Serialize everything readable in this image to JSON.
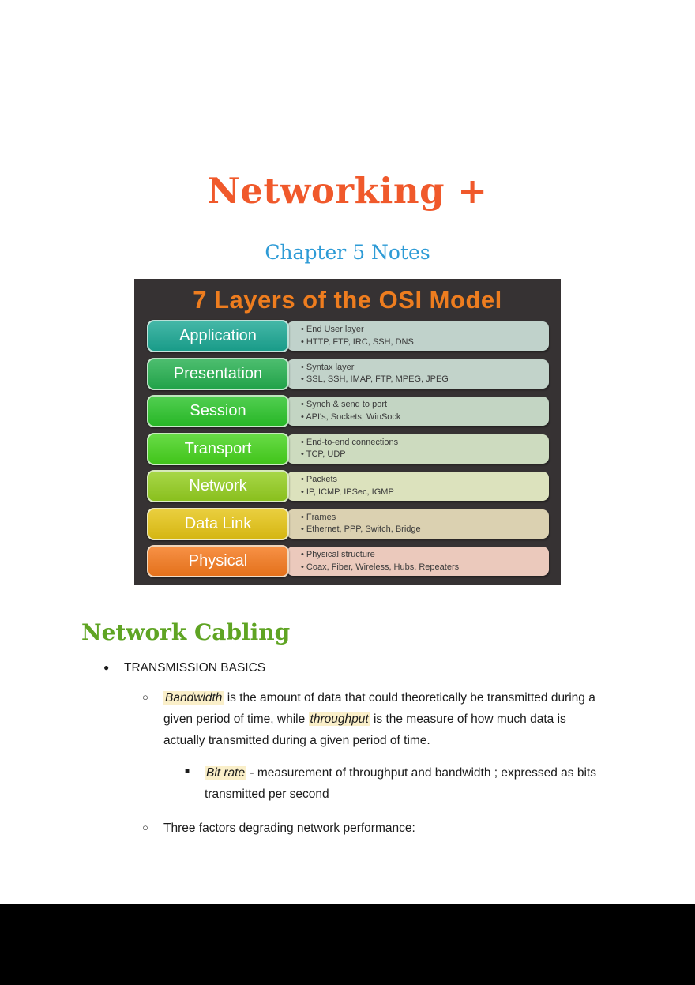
{
  "page": {
    "title": "Networking +",
    "title_color": "#F0592B",
    "subtitle": "Chapter 5 Notes",
    "subtitle_color": "#2E9BD6",
    "background_color": "#ffffff",
    "outer_background": "#000000"
  },
  "osi_figure": {
    "title": "7 Layers of the OSI Model",
    "title_color": "#EE7D1F",
    "background": "#363233",
    "rows": [
      {
        "label": "Application",
        "button_color": "#1BA793",
        "box_color": "#C0D2CB",
        "line1": "End User layer",
        "line2": "HTTP, FTP, IRC, SSH, DNS"
      },
      {
        "label": "Presentation",
        "button_color": "#25AF4F",
        "box_color": "#C2D3CA",
        "line1": "Syntax layer",
        "line2": "SSL, SSH, IMAP, FTP, MPEG, JPEG"
      },
      {
        "label": "Session",
        "button_color": "#2BC42A",
        "box_color": "#C3D5C3",
        "line1": "Synch & send to port",
        "line2": "API's, Sockets, WinSock"
      },
      {
        "label": "Transport",
        "button_color": "#46D31D",
        "box_color": "#CDDBBF",
        "line1": "End-to-end connections",
        "line2": "TCP, UDP"
      },
      {
        "label": "Network",
        "button_color": "#94CE20",
        "box_color": "#DCE2BD",
        "line1": "Packets",
        "line2": "IP, ICMP, IPSec, IGMP"
      },
      {
        "label": "Data Link",
        "button_color": "#E5C414",
        "box_color": "#DBD1B1",
        "line1": "Frames",
        "line2": "Ethernet, PPP, Switch, Bridge"
      },
      {
        "label": "Physical",
        "button_color": "#F5791D",
        "box_color": "#EBC9BC",
        "line1": "Physical structure",
        "line2": "Coax, Fiber, Wireless, Hubs, Repeaters"
      }
    ]
  },
  "section": {
    "heading": "Network Cabling",
    "heading_color": "#5FA423"
  },
  "notes": {
    "markers": {
      "level1": "●",
      "level2": "○",
      "level3": "■"
    },
    "highlight_color": "#FAEFC9",
    "item_transmission": "TRANSMISSION BASICS",
    "bandwidth_paragraph": {
      "term1": "Bandwidth",
      "middle": " is the amount of data that could theoretically be transmitted during a given period of time, while ",
      "term2": "throughput",
      "end": " is the measure of how much data is actually transmitted during a given period of time."
    },
    "bitrate_item": {
      "term": "Bit rate",
      "rest": " - measurement of throughput and bandwidth ; expressed as bits transmitted per second"
    },
    "item_three_factors": "Three factors degrading network performance:"
  }
}
